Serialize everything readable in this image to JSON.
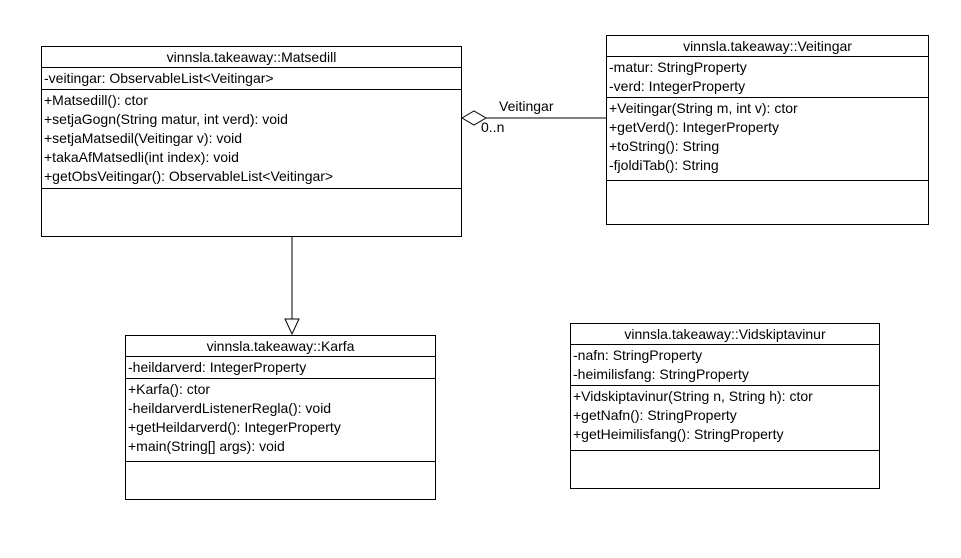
{
  "classes": {
    "matsedill": {
      "name": "vinnsla.takeaway::Matsedill",
      "attributes": [
        "-veitingar: ObservableList<Veitingar>"
      ],
      "operations": [
        "+Matsedill(): ctor",
        "+setjaGogn(String matur, int verd): void",
        "+setjaMatsedil(Veitingar v): void",
        "+takaAfMatsedli(int index): void",
        "+getObsVeitingar(): ObservableList<Veitingar>"
      ]
    },
    "veitingar": {
      "name": "vinnsla.takeaway::Veitingar",
      "attributes": [
        "-matur: StringProperty",
        "-verd: IntegerProperty"
      ],
      "operations": [
        "+Veitingar(String m, int v): ctor",
        "+getVerd(): IntegerProperty",
        "+toString(): String",
        "-fjoldiTab(): String"
      ]
    },
    "karfa": {
      "name": "vinnsla.takeaway::Karfa",
      "attributes": [
        "-heildarverd: IntegerProperty"
      ],
      "operations": [
        "+Karfa(): ctor",
        "-heildarverdListenerRegla(): void",
        "+getHeildarverd(): IntegerProperty",
        "+main(String[] args): void"
      ]
    },
    "vidskiptavinur": {
      "name": "vinnsla.takeaway::Vidskiptavinur",
      "attributes": [
        "-nafn: StringProperty",
        "-heimilisfang: StringProperty"
      ],
      "operations": [
        "+Vidskiptavinur(String n, String h): ctor",
        "+getNafn(): StringProperty",
        "+getHeimilisfang(): StringProperty"
      ]
    }
  },
  "associations": {
    "aggregation": {
      "role": "Veitingar",
      "multiplicity": "0..n"
    }
  }
}
